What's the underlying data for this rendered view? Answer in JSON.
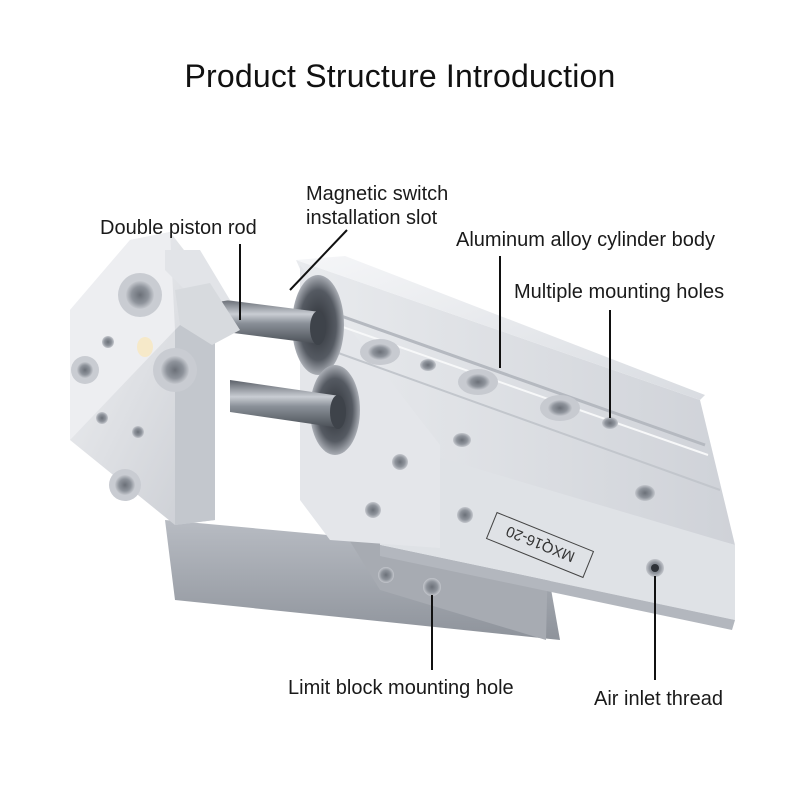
{
  "title": "Product Structure Introduction",
  "labels": {
    "double_piston_rod": "Double piston rod",
    "magnetic_switch_line1": "Magnetic switch",
    "magnetic_switch_line2": "installation slot",
    "cylinder_body": "Aluminum alloy cylinder body",
    "mounting_holes": "Multiple mounting holes",
    "limit_block_hole": "Limit block mounting hole",
    "air_inlet": "Air inlet thread"
  },
  "model_marking": "MXQ16-20",
  "colors": {
    "aluminum_light": "#eeeff2",
    "aluminum_mid": "#d3d6dc",
    "aluminum_dark": "#9ea3ab",
    "shadow": "#5e636b",
    "rod": "#7f858e",
    "leader_line": "#111111"
  }
}
